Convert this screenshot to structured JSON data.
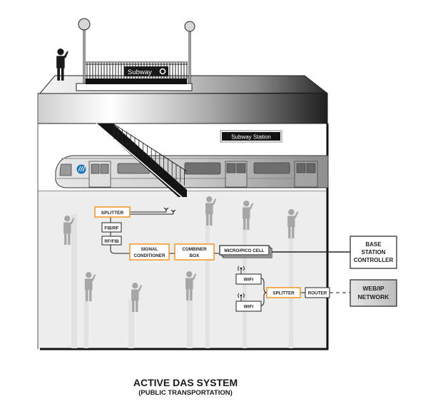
{
  "diagram": {
    "title": "ACTIVE DAS SYSTEM",
    "subtitle": "(PUBLIC TRANSPORTATION)",
    "signs": {
      "entrance": "Subway",
      "station": "Subway Station"
    },
    "components": {
      "splitter_top": "SPLITTER",
      "fib_rf": "FIB/RF",
      "rf_fib": "RF/FIB",
      "signal_conditioner": [
        "SIGNAL",
        "CONDITIONER"
      ],
      "combiner_box": [
        "COMBINER",
        "BOX"
      ],
      "micro_pico_cell": "MICRO/PICO CELL",
      "wifi_1": "WiFi",
      "wifi_2": "WiFi",
      "splitter_bottom": "SPLITTER",
      "router": "ROUTER",
      "base_station_controller": [
        "BASE",
        "STATION",
        "CONTROLLER"
      ],
      "web_ip_network": [
        "WEB/IP",
        "NETWORK"
      ]
    },
    "colors": {
      "accent": "#f7941d",
      "box_border": "#222222",
      "person": "#a6a6a6",
      "floor": "#ededed",
      "logo": "#1b75bb"
    }
  }
}
